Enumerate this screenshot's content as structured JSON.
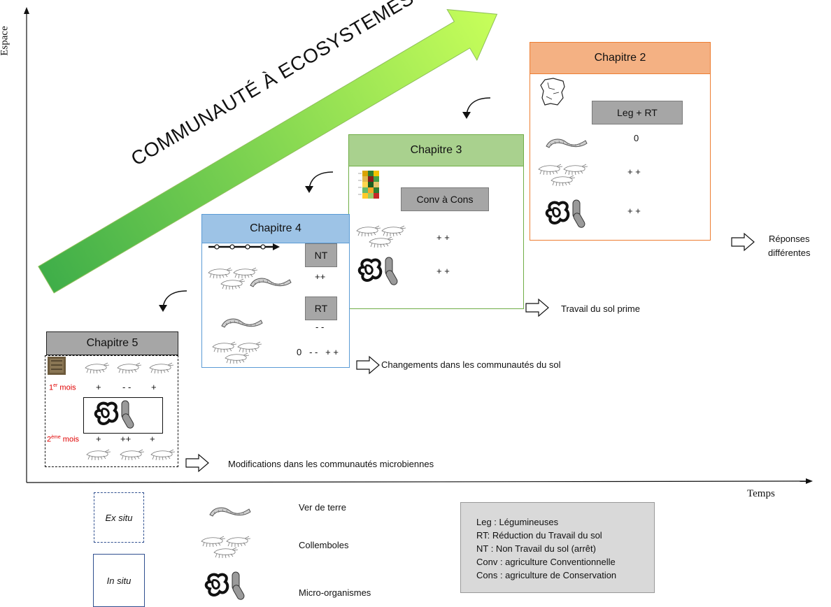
{
  "axes": {
    "y_label": "Espace",
    "x_label": "Temps"
  },
  "banner": {
    "text": "COMMUNAUTÉ À ECOSYSTEMES"
  },
  "chapitre2": {
    "title": "Chapitre 2",
    "treatment": "Leg + RT",
    "rows": [
      "0",
      "+ +",
      "+ +"
    ],
    "response": "Réponses\ndifférentes"
  },
  "chapitre3": {
    "title": "Chapitre 3",
    "treatment": "Conv à Cons",
    "rows": [
      "+ +",
      "+ +"
    ],
    "response": "Travail du sol prime"
  },
  "chapitre4": {
    "title": "Chapitre 4",
    "nt": "NT",
    "nt_value": "++",
    "rt": "RT",
    "rt_value": "- -",
    "bottom_values": "0   - -   + +",
    "response": "Changements dans les communautés du sol"
  },
  "chapitre5": {
    "title": "Chapitre 5",
    "month1": "1er mois",
    "month1_sup_base": "1",
    "month1_sup": "er",
    "month1_rest": " mois",
    "month1_values": [
      "+",
      "- -",
      "+"
    ],
    "month2_base": "2",
    "month2_sup": "ème",
    "month2_rest": " mois",
    "month2_values": [
      "+",
      "++",
      "+"
    ],
    "response": "Modifications dans les communautés microbiennes"
  },
  "legend": {
    "ex_situ": "Ex situ",
    "in_situ": "In situ",
    "ver": "Ver de terre",
    "collemboles": "Collemboles",
    "micro": "Micro-organismes",
    "abbreviations": [
      "Leg : Légumineuses",
      "RT: Réduction  du Travail du sol",
      "NT : Non Travail du sol (arrêt)",
      "Conv : agriculture  Conventionnelle",
      "Cons : agriculture  de Conservation"
    ]
  },
  "colors": {
    "chap2_head": "#f4b183",
    "chap2_border": "#ed7d31",
    "chap3_head": "#a9d18e",
    "chap3_border": "#70ad47",
    "chap4_head": "#9dc3e6",
    "chap4_border": "#5b9bd5",
    "chap5_head": "#a6a6a6",
    "banner_start": "#4caf50",
    "banner_end": "#c6ff5a",
    "month_red": "#e00000"
  }
}
